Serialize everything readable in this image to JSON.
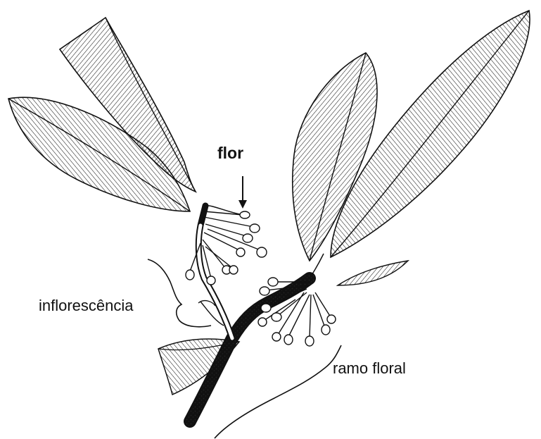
{
  "labels": {
    "flower": "flor",
    "inflorescence": "inflorescência",
    "floral_branch": "ramo floral"
  },
  "colors": {
    "ink": "#111111",
    "background": "#ffffff"
  }
}
